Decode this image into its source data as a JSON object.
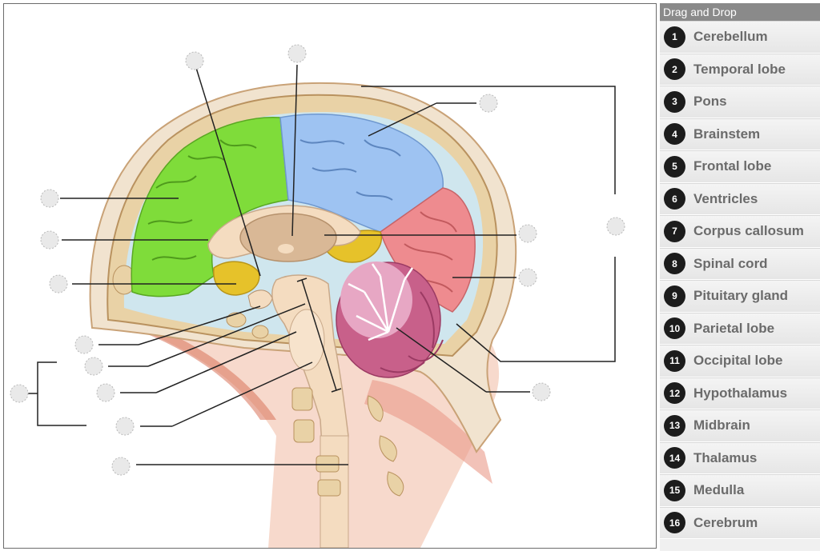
{
  "panel": {
    "header": "Drag and Drop",
    "items": [
      {
        "number": "1",
        "label": "Cerebellum"
      },
      {
        "number": "2",
        "label": "Temporal lobe"
      },
      {
        "number": "3",
        "label": "Pons"
      },
      {
        "number": "4",
        "label": "Brainstem"
      },
      {
        "number": "5",
        "label": "Frontal lobe"
      },
      {
        "number": "6",
        "label": "Ventricles"
      },
      {
        "number": "7",
        "label": "Corpus callosum"
      },
      {
        "number": "8",
        "label": "Spinal cord"
      },
      {
        "number": "9",
        "label": "Pituitary gland"
      },
      {
        "number": "10",
        "label": "Parietal lobe"
      },
      {
        "number": "11",
        "label": "Occipital lobe"
      },
      {
        "number": "12",
        "label": "Hypothalamus"
      },
      {
        "number": "13",
        "label": "Midbrain"
      },
      {
        "number": "14",
        "label": "Thalamus"
      },
      {
        "number": "15",
        "label": "Medulla"
      },
      {
        "number": "16",
        "label": "Cerebrum"
      }
    ]
  },
  "colors": {
    "frontal_lobe": "#7fdc3a",
    "parietal_lobe": "#9ec3f2",
    "occipital_lobe": "#ee8b8f",
    "temporal_lobe": "#e6c22a",
    "cerebellum": "#c8608a",
    "skull": "#e9d2a6",
    "brainstem": "#f4dcc0"
  }
}
